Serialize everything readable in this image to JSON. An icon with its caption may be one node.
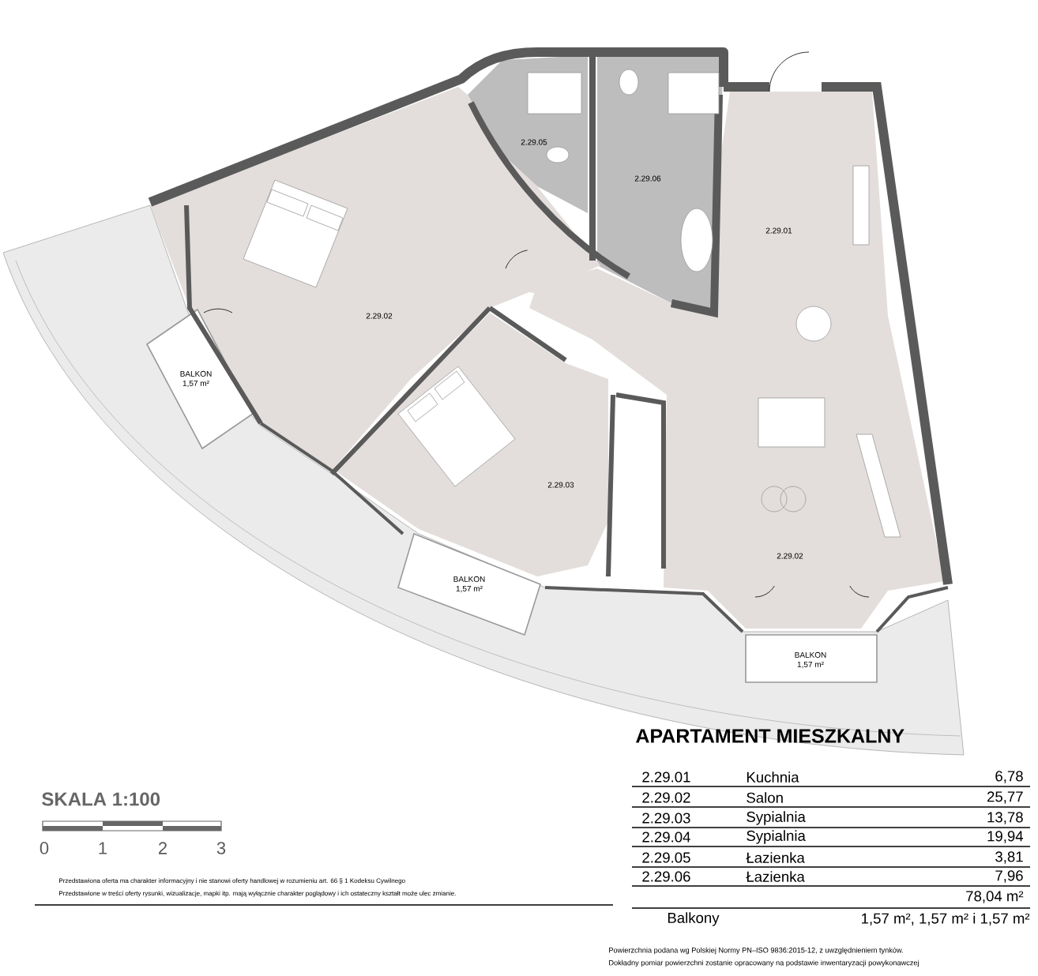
{
  "diagram": {
    "title": "APARTAMENT MIESZKALNY",
    "nodes": [
      {
        "text": [
          "2.29.05"
        ]
      },
      {
        "text": [
          "2.29.06"
        ]
      },
      {
        "text": [
          "2.29.01"
        ]
      },
      {
        "text": [
          "2.29.02"
        ]
      },
      {
        "text": [
          "BALKON",
          "1,57 m²"
        ]
      },
      {
        "text": [
          "2.29.03"
        ]
      },
      {
        "text": [
          "BALKON",
          "1,57 m²"
        ]
      },
      {
        "text": [
          "2.29.02"
        ]
      },
      {
        "text": [
          "BALKON",
          "1,57 m²"
        ]
      }
    ],
    "labels": [
      "2.29.01",
      "Kuchnia",
      "6,78",
      "2.29.02",
      "Salon",
      "25,77",
      "2.29.03",
      "Sypialnia",
      "13,78",
      "2.29.04",
      "Sypialnia",
      "19,94",
      "2.29.05",
      "Łazienka",
      "3,81",
      "2.29.06",
      "Łazienka",
      "7,96",
      "78,04 m²",
      "Balkony",
      "1,57 m², 1,57 m² i 1,57 m²",
      "SKALA 1:100",
      "0",
      "1",
      "2",
      "3",
      "Przedstawiona oferta ma charakter informacyjny i nie stanowi oferty handlowej w rozumieniu art. 66 § 1 Kodeksu Cywilnego",
      "Przedstawione w treści oferty rysunki, wizualizacje, mapki itp. mają wyłącznie charakter poglądowy i ich ostateczny kształt może ulec zmianie.",
      "Powierzchnia podana wg Polskiej Normy PN–ISO 9836:2015-12, z uwzględnieniem tynków.",
      "Dokładny pomiar powierzchni zostanie opracowany na podstawie inwentaryzacji powykonawczej"
    ]
  }
}
